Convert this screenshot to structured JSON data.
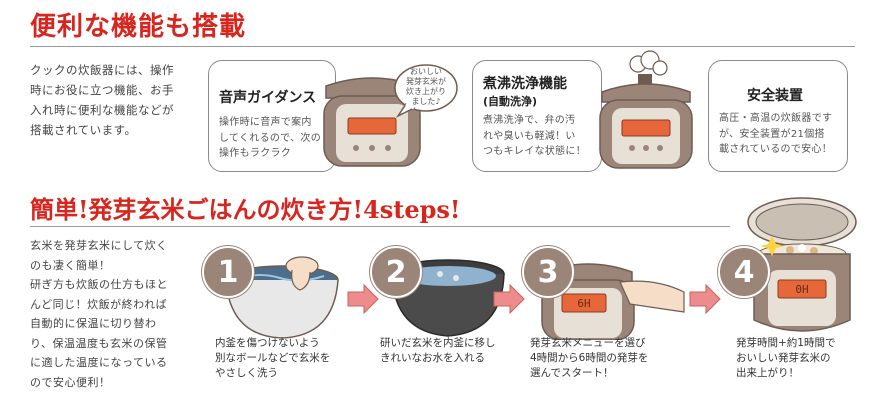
{
  "section1": {
    "heading": "便利な機能も搭載",
    "intro": [
      "クックの炊飯器には、操作",
      "時にお役に立つ機能、お手",
      "入れ時に便利な機能などが",
      "搭載されています。"
    ],
    "features": [
      {
        "title": "音声ガイダンス",
        "sub": "",
        "text": [
          "操作時に音声で案内",
          "してくれるので、次の",
          "操作もラクラク"
        ],
        "bubble": [
          "おいしい",
          "発芽玄米が",
          "炊き上がり",
          "ました♪"
        ]
      },
      {
        "title": "煮沸洗浄機能",
        "sub": "(自動洗浄)",
        "text": [
          "煮沸洗浄で、弁の汚",
          "れや臭いも軽減！い",
          "つもキレイな状態に！"
        ]
      },
      {
        "title": "安全装置",
        "sub": "",
        "text": [
          "高圧・高温の炊飯器です",
          "が、安全装置が21個搭",
          "載されているので安心！"
        ]
      }
    ]
  },
  "section2": {
    "heading": "簡単!発芽玄米ごはんの炊き方!4steps!",
    "intro": [
      "玄米を発芽玄米にして炊く",
      "のも凄く簡単！",
      "研ぎ方も炊飯の仕方もほと",
      "んど同じ！炊飯が終われば",
      "自動的に保温に切り替わ",
      "り、保温温度も玄米の保管",
      "に適した温度になっている",
      "ので安心便利！"
    ],
    "steps": [
      {
        "num": "1",
        "caption": [
          "内釜を傷つけないよう",
          "別なボールなどで玄米を",
          "やさしく洗う"
        ]
      },
      {
        "num": "2",
        "caption": [
          "研いだ玄米を内釜に移し",
          "きれいなお水を入れる"
        ]
      },
      {
        "num": "3",
        "caption": [
          "発芽玄米メニューを選び",
          "4時間から6時間の発芽を",
          "選んでスタート！"
        ],
        "display": "6H"
      },
      {
        "num": "4",
        "caption": [
          "発芽時間+約1時間で",
          "おいしい発芽玄米の",
          "出来上がり！"
        ],
        "display": "0H"
      }
    ]
  },
  "colors": {
    "heading": "#d8261e",
    "cooker_body": "#9b8579",
    "cooker_panel": "#e7e0d6",
    "display": "#e6683a",
    "arrow": "#ec8c8c"
  }
}
